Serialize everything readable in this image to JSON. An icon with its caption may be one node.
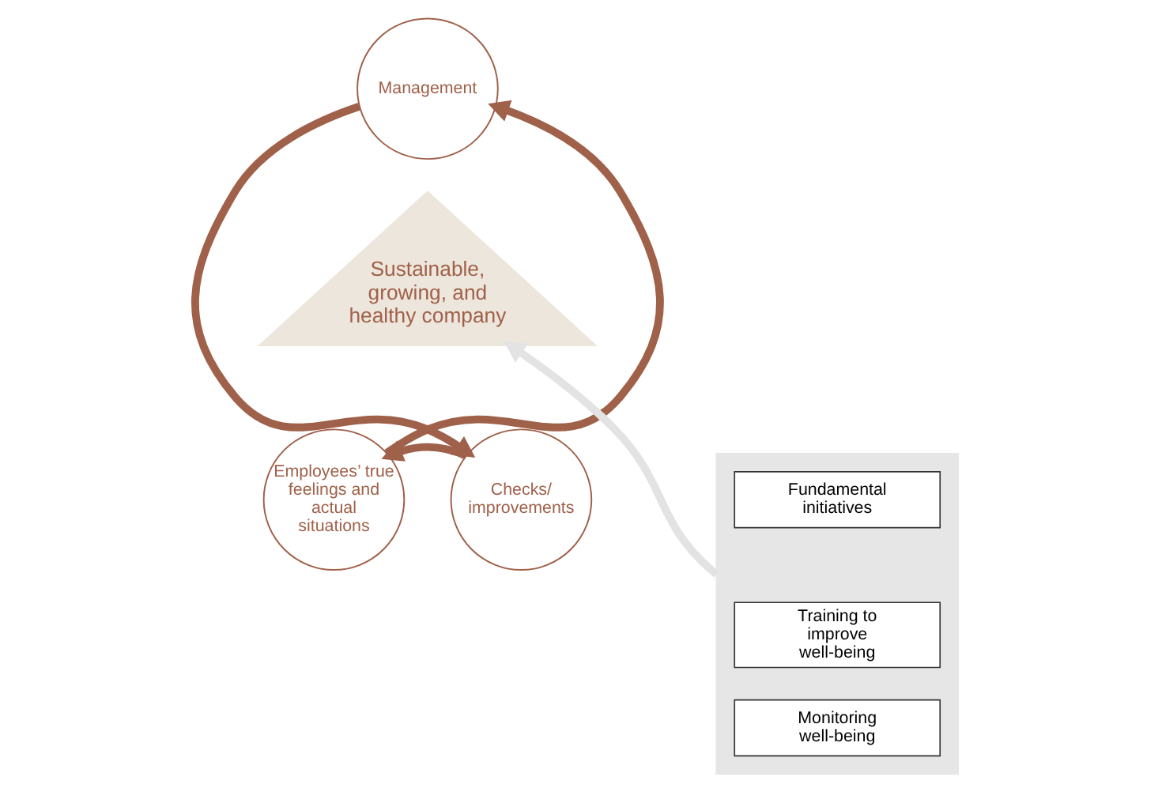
{
  "diagram": {
    "nodes": [
      {
        "text": [
          "Management"
        ]
      },
      {
        "text": [
          "Checks/ improvements"
        ]
      },
      {
        "text": [
          "Employees’ true feelings and actual situations"
        ]
      },
      {
        "text": [
          "Sustainable, growing, and healthy company"
        ]
      },
      {
        "text": [],
        "shape": "box"
      },
      {
        "text": [
          "Fundamental initiatives"
        ],
        "in": 4
      },
      {
        "text": [
          "Training to improve well-being"
        ],
        "in": 4
      },
      {
        "text": [
          "Monitoring well-being"
        ],
        "in": 4
      }
    ],
    "edges": [
      {
        "from": 0,
        "to": 1,
        "arrow": "to"
      },
      {
        "from": 1,
        "to": 2,
        "arrow": "to"
      },
      {
        "from": 2,
        "to": 0,
        "arrow": "to"
      },
      {
        "from": 4,
        "to": 3,
        "arrow": "to",
        "color": "#e3e3e3"
      }
    ]
  }
}
